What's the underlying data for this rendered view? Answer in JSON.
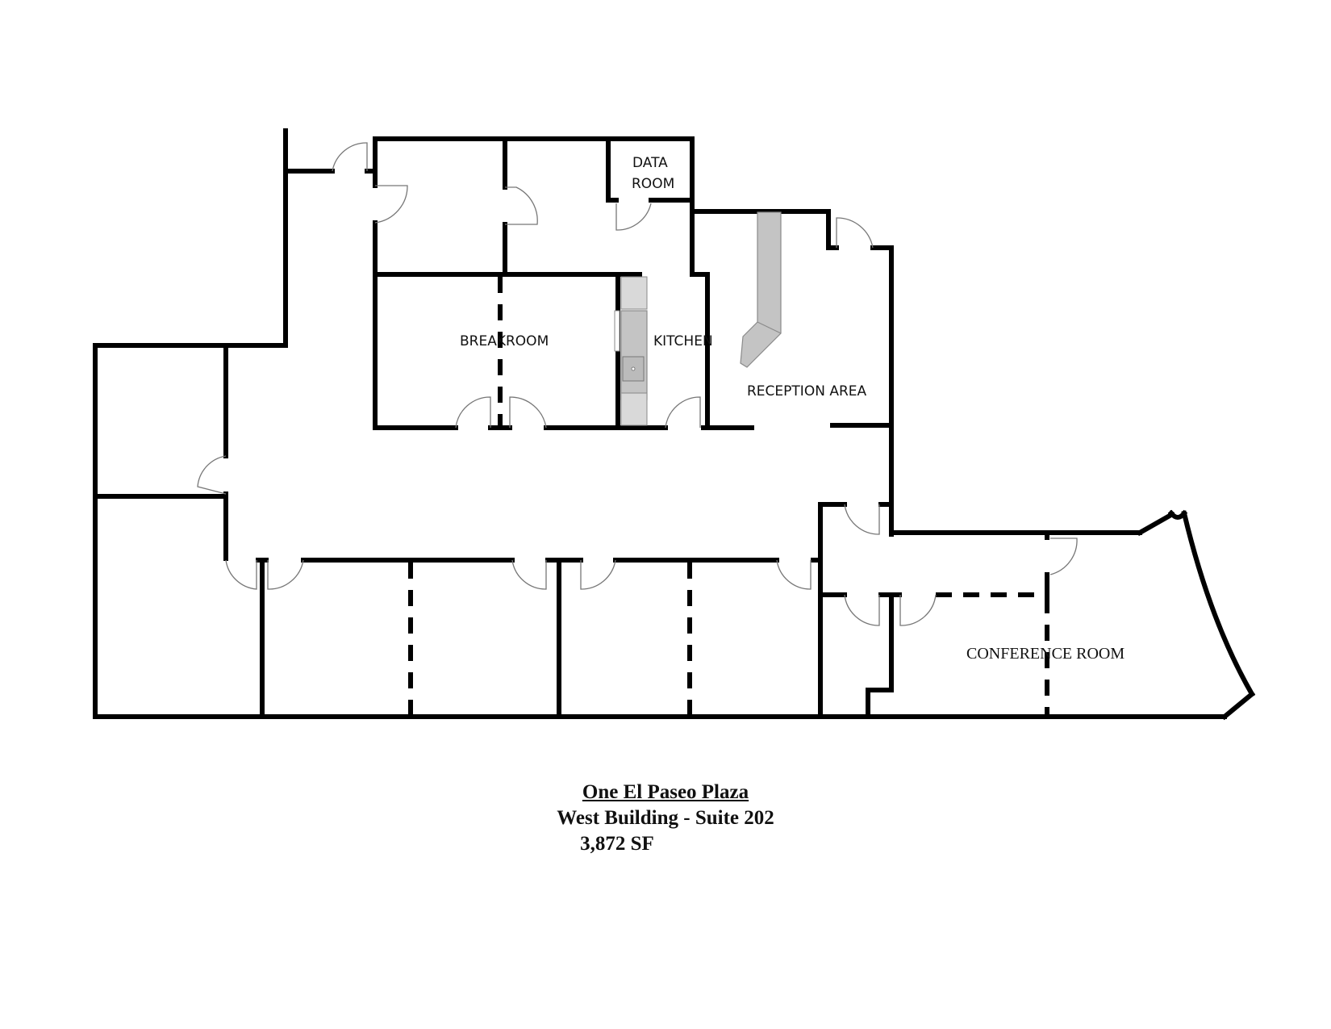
{
  "plan": {
    "rooms": [
      {
        "id": "data-room",
        "label_line1": "DATA",
        "label_line2": "ROOM"
      },
      {
        "id": "breakroom",
        "label": "BREAKROOM"
      },
      {
        "id": "kitchen",
        "label": "KITCHEN"
      },
      {
        "id": "reception",
        "label": "RECEPTION AREA"
      },
      {
        "id": "conference",
        "label": "CONFERENCE ROOM"
      }
    ]
  },
  "caption": {
    "property": "One El Paseo Plaza",
    "suite": "West Building - Suite 202",
    "area": "3,872 SF"
  },
  "colors": {
    "wall": "#000000",
    "counter": "#c4c4c4",
    "background": "#ffffff"
  }
}
